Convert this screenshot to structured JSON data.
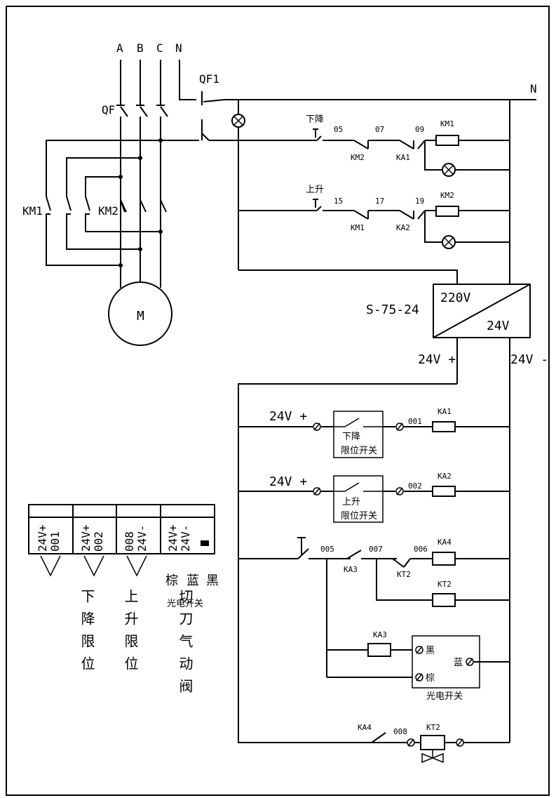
{
  "power": {
    "phases": [
      "A",
      "B",
      "C",
      "N"
    ],
    "breaker_main": "QF1",
    "breaker_motor": "QF",
    "neutral": "N",
    "contactor_1": "KM1",
    "contactor_2": "KM2",
    "motor": "M"
  },
  "control": {
    "down_button": "下降",
    "up_button": "上升",
    "row1_nodes": [
      "05",
      "07",
      "09"
    ],
    "row1_contacts": [
      "KM2",
      "KA1"
    ],
    "row1_coil": "KM1",
    "row2_nodes": [
      "15",
      "17",
      "19"
    ],
    "row2_contacts": [
      "KM1",
      "KA2"
    ],
    "row2_coil": "KM2"
  },
  "supply": {
    "model": "S-75-24",
    "input": "220V",
    "output": "24V",
    "plus": "24V +",
    "minus": "24V -"
  },
  "io": {
    "row1_supply": "24V +",
    "row1_switch": [
      "下降",
      "限位开关"
    ],
    "row1_node": "001",
    "row1_relay": "KA1",
    "row2_supply": "24V +",
    "row2_switch": [
      "上升",
      "限位开关"
    ],
    "row2_node": "002",
    "row2_relay": "KA2",
    "row3_nodes": [
      "005",
      "007",
      "006"
    ],
    "row3_contacts": [
      "KA3",
      "KT2"
    ],
    "row3_coil": "KA4",
    "row4_coil": "KT2",
    "photo_relay": "KA3",
    "photo_terminals": [
      "黑",
      "棕",
      "蓝"
    ],
    "photo_switch": "光电开关",
    "row6_contact": "KA4",
    "row6_node": "008",
    "row6_timer": "KT2"
  },
  "terminal_block": {
    "cells": [
      [
        "24V+",
        "001"
      ],
      [
        "24V+",
        "002"
      ],
      [
        "008",
        "24V-"
      ],
      [
        "24V+",
        "24V-"
      ]
    ],
    "labels": [
      "下降限位",
      "上升限位",
      "切刀气动阀"
    ],
    "color_caption": [
      "棕",
      "蓝",
      "黑"
    ],
    "photo_caption": "光电开关"
  }
}
